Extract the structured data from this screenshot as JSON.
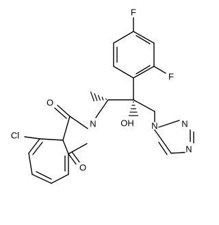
{
  "molecule": {
    "atom_labels": {
      "f_top": "F",
      "f_ortho": "F",
      "hydroxyl": "OH",
      "carbonyl_o_top": "O",
      "carbonyl_o_bottom": "O",
      "imide_n": "N",
      "chlorine": "Cl",
      "triazole_n1": "N",
      "triazole_n2": "N",
      "triazole_n4": "N"
    }
  }
}
